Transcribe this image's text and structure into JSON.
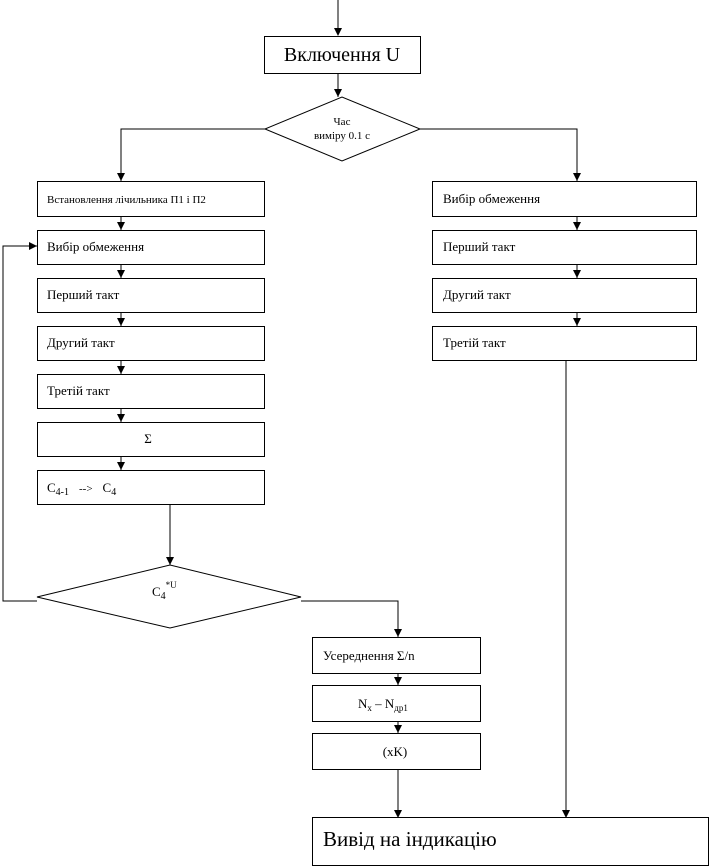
{
  "start_box": {
    "label": "Включення U"
  },
  "decision_time": {
    "line1": "Час",
    "line2": "виміру 0.1 с"
  },
  "left_branch": {
    "set_counters": "Встановлення лічильника П1  і П2",
    "select_limit": "Вибір  обмеження",
    "first_cycle": "Перший  такт",
    "second_cycle": "Другий такт",
    "third_cycle": "Третій  такт",
    "sum": "Σ",
    "shift": {
      "a": "C",
      "a_sub": "4-1",
      "arrow": "-->",
      "b": "C",
      "b_sub": "4"
    }
  },
  "right_branch": {
    "select_limit": "Вибір  обмеження",
    "first_cycle": "Перший  такт",
    "second_cycle": "Другий такт",
    "third_cycle": "Третій  такт"
  },
  "decision_c4": {
    "base": "C",
    "sub": "4",
    "sup": "*U"
  },
  "post": {
    "average": "Усереднення Σ/n",
    "diff": {
      "a": "N",
      "a_sub": "x",
      "minus": " – ",
      "b": "N",
      "b_sub": "др1"
    },
    "scale": "(xK)"
  },
  "output_box": {
    "label": "Вивід на індикацію"
  }
}
